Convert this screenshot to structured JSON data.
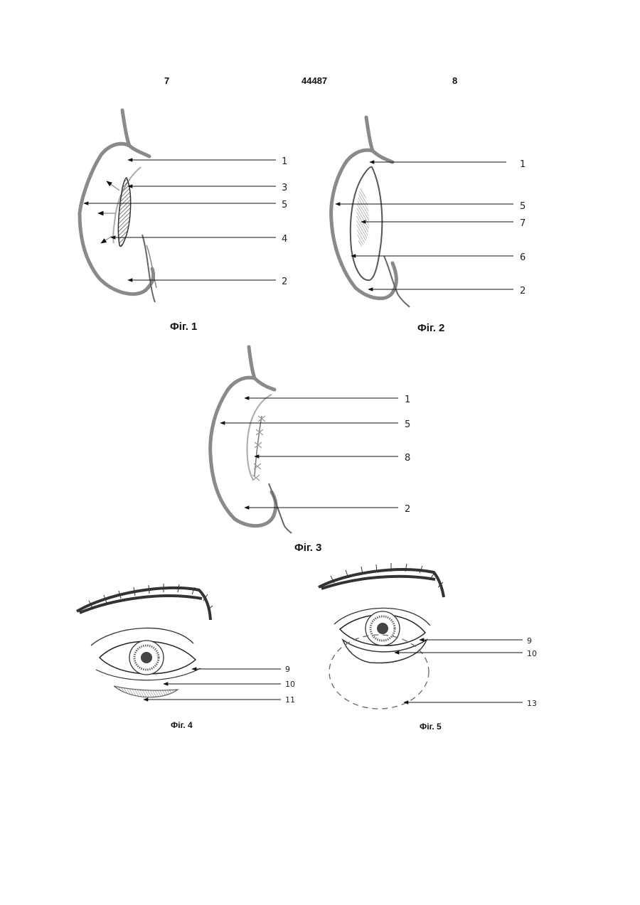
{
  "header": {
    "page_left": "7",
    "patent_no": "44487",
    "page_right": "8"
  },
  "figures": [
    {
      "caption": "Фіг. 1",
      "labels": [
        "1",
        "3",
        "5",
        "4",
        "2"
      ]
    },
    {
      "caption": "Фіг. 2",
      "labels": [
        "1",
        "5",
        "7",
        "6",
        "2"
      ]
    },
    {
      "caption": "Фіг. 3",
      "labels": [
        "1",
        "5",
        "8",
        "2"
      ]
    },
    {
      "caption": "Фіг. 4",
      "labels": [
        "9",
        "10",
        "11"
      ]
    },
    {
      "caption": "Фіг. 5",
      "labels": [
        "9",
        "10",
        "13"
      ]
    }
  ],
  "colors": {
    "ear_outline": "#8a8a8a",
    "lines": "#111111",
    "hatch": "#555555"
  }
}
